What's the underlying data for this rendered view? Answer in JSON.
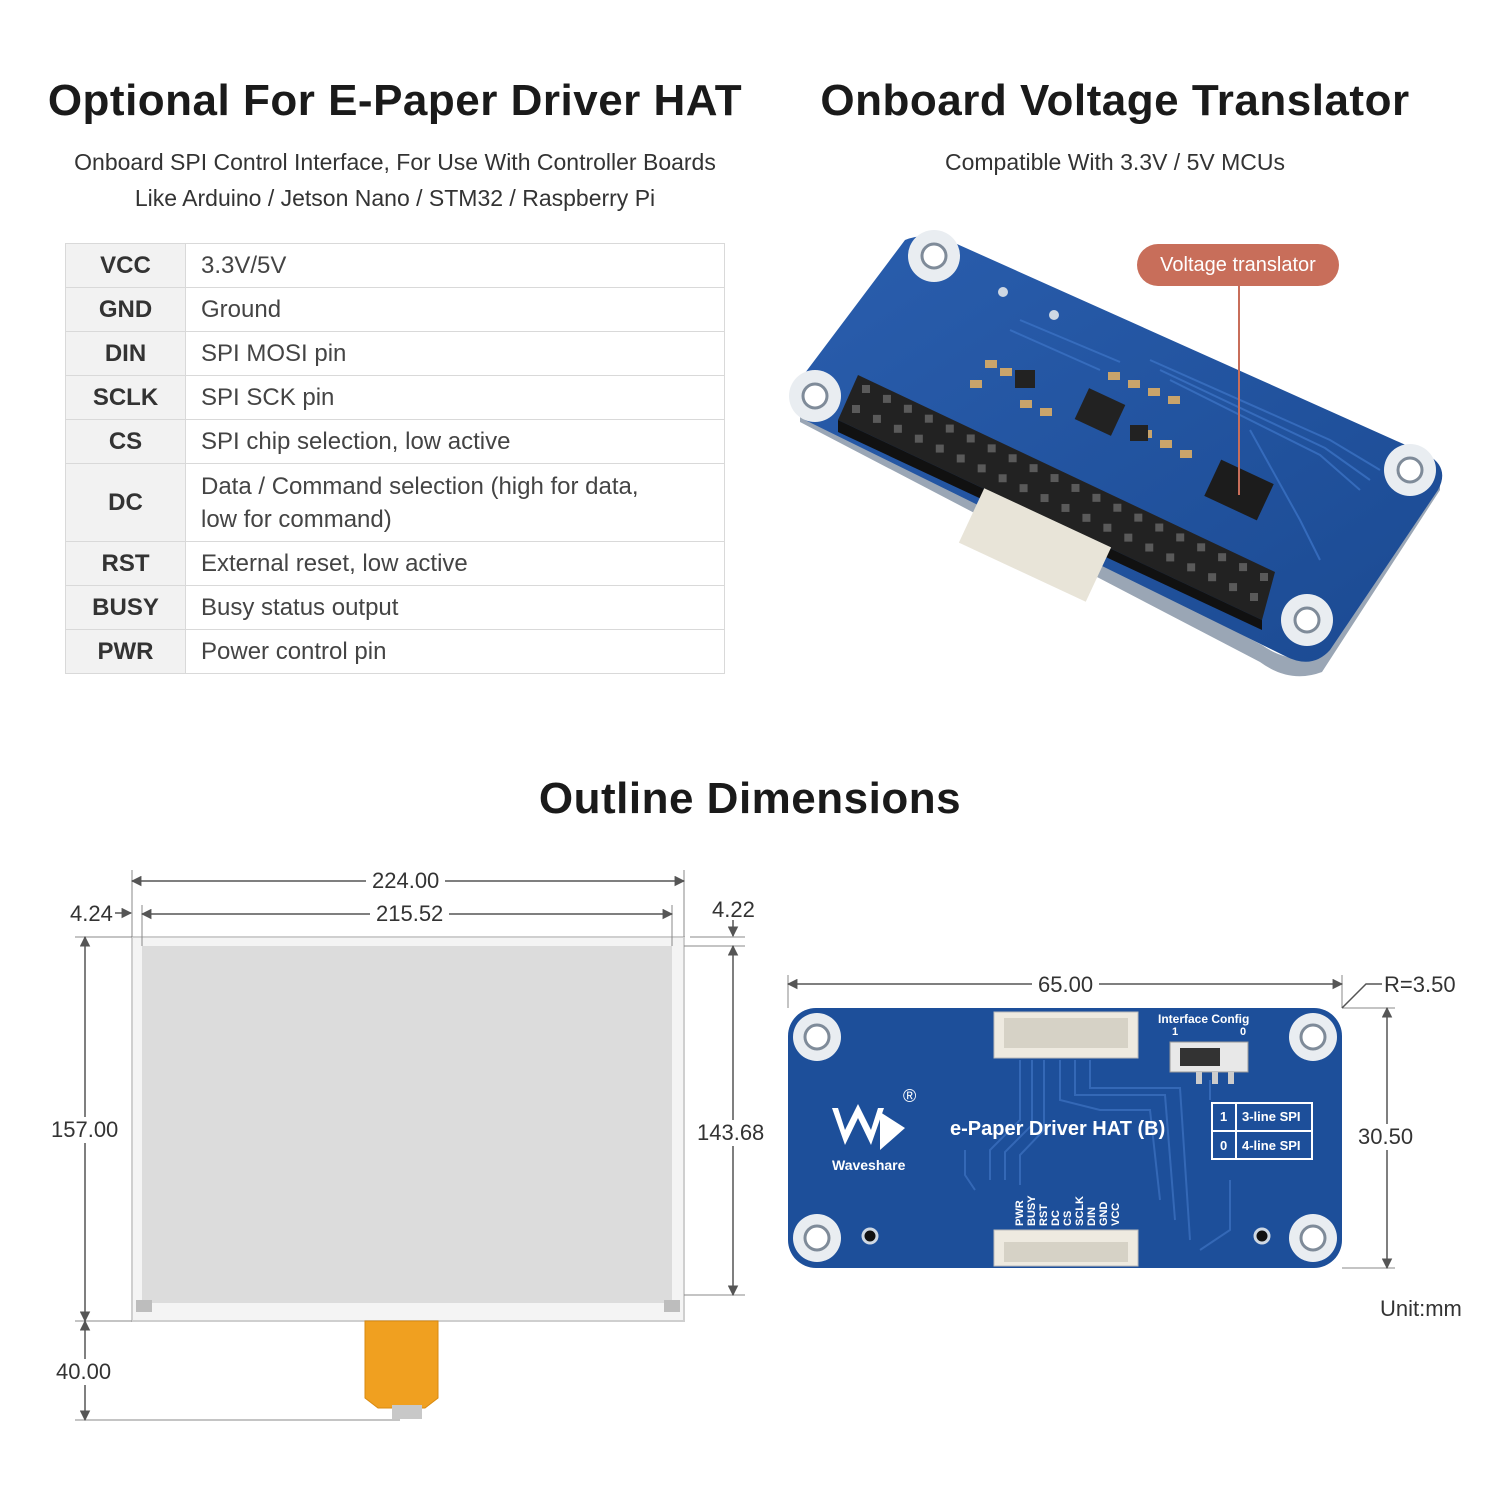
{
  "left_section": {
    "title": "Optional For E-Paper Driver HAT",
    "subtitle_line1": "Onboard SPI Control Interface, For Use With Controller Boards",
    "subtitle_line2": "Like Arduino / Jetson Nano / STM32 / Raspberry Pi"
  },
  "pins": [
    {
      "pin": "VCC",
      "desc": "3.3V/5V"
    },
    {
      "pin": "GND",
      "desc": "Ground"
    },
    {
      "pin": "DIN",
      "desc": "SPI MOSI pin"
    },
    {
      "pin": "SCLK",
      "desc": "SPI SCK pin"
    },
    {
      "pin": "CS",
      "desc": "SPI chip selection, low active"
    },
    {
      "pin": "DC",
      "desc_line1": "Data / Command selection (high for data,",
      "desc_line2": "low for command)"
    },
    {
      "pin": "RST",
      "desc": "External reset, low active"
    },
    {
      "pin": "BUSY",
      "desc": "Busy status output"
    },
    {
      "pin": "PWR",
      "desc": "Power control pin"
    }
  ],
  "right_section": {
    "title": "Onboard Voltage Translator",
    "subtitle": "Compatible With 3.3V / 5V MCUs",
    "callout": "Voltage translator"
  },
  "dimensions": {
    "title": "Outline Dimensions",
    "panel_width": "224.00",
    "active_width": "215.52",
    "left_margin": "4.24",
    "top_margin": "4.22",
    "panel_height": "157.00",
    "active_height": "143.68",
    "fpc_length": "40.00",
    "board_width": "65.00",
    "corner_radius": "R=3.50",
    "board_height": "30.50",
    "unit": "Unit:mm"
  },
  "board_labels": {
    "brand": "Waveshare",
    "product": "e-Paper Driver HAT (B)",
    "config_title": "Interface Config",
    "config_1": "1",
    "config_0": "0",
    "opt1_num": "1",
    "opt1_label": "3-line SPI",
    "opt0_num": "0",
    "opt0_label": "4-line SPI",
    "pin_labels": [
      "PWR",
      "BUSY",
      "RST",
      "DC",
      "CS",
      "SCLK",
      "DIN",
      "GND",
      "VCC"
    ]
  },
  "colors": {
    "pcb_blue": "#1d4f9a",
    "pcb_dark": "#163f7d",
    "callout": "#c86e5a",
    "epaper": "#dcdcdc",
    "fpc": "#f0a020"
  }
}
